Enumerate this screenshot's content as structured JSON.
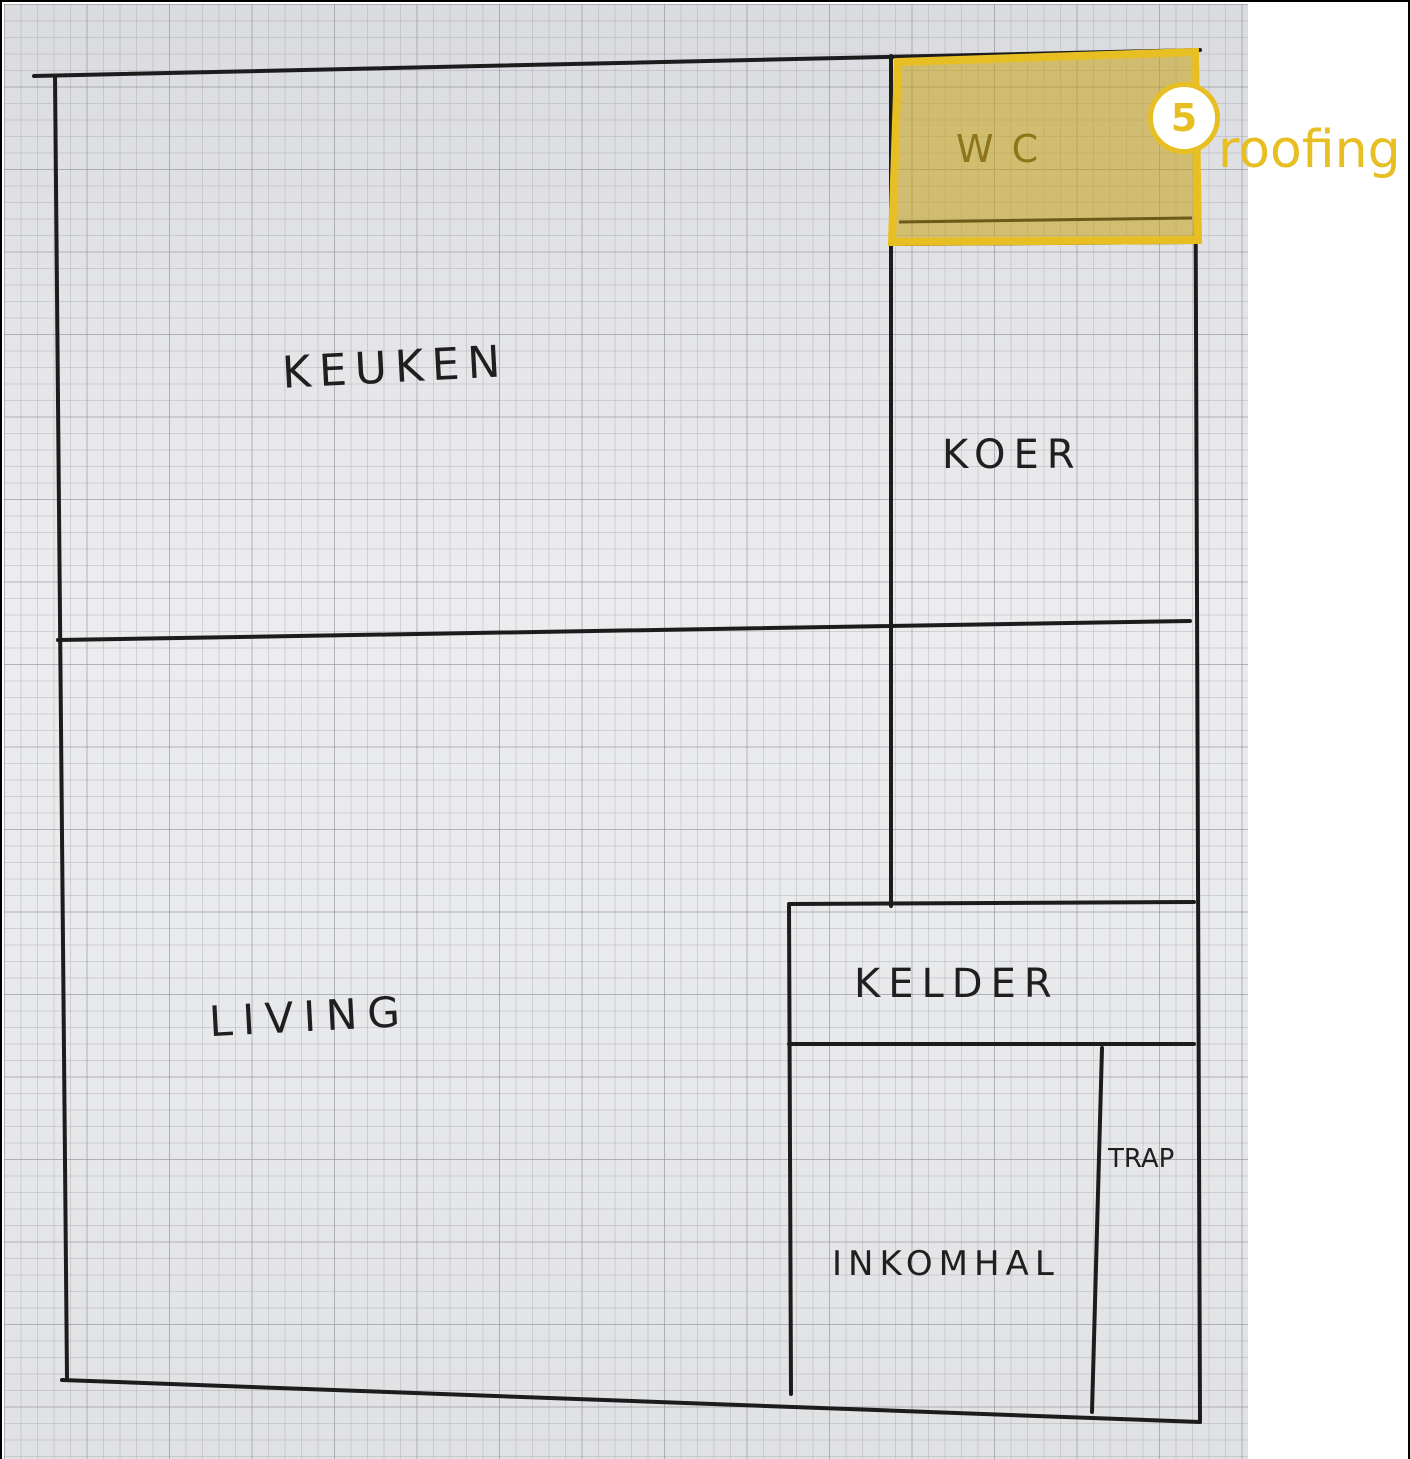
{
  "annotation": {
    "step_number": "5",
    "step_label": "roofing",
    "accent_color": "#e8bf22"
  },
  "floor_plan": {
    "rooms": {
      "keuken": "KEUKEN",
      "wc": "WC",
      "koer": "KOER",
      "kelder": "KELDER",
      "living": "LIVING",
      "trap": "TRAP",
      "inkomhal": "INKOMHAL"
    }
  }
}
